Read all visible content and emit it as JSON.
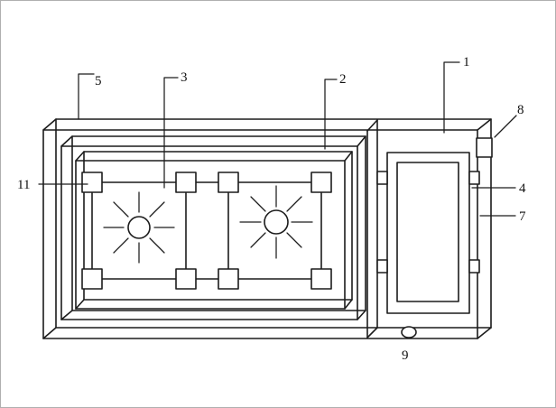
{
  "figure": {
    "type": "patent-line-drawing",
    "description": "Rectangular housing drawn in perspective; left chamber contains a frame with corner blocks and two radiating fan symbols; right compartment holds a hinged door panel; small fitting at top right and a round knob at the bottom.",
    "ink_color": "#1c1c1c",
    "background": "#ffffff"
  },
  "labels": {
    "part1": "1",
    "part2": "2",
    "part3": "3",
    "part4": "4",
    "part5": "5",
    "part7": "7",
    "part8": "8",
    "part9": "9",
    "part11": "11"
  }
}
